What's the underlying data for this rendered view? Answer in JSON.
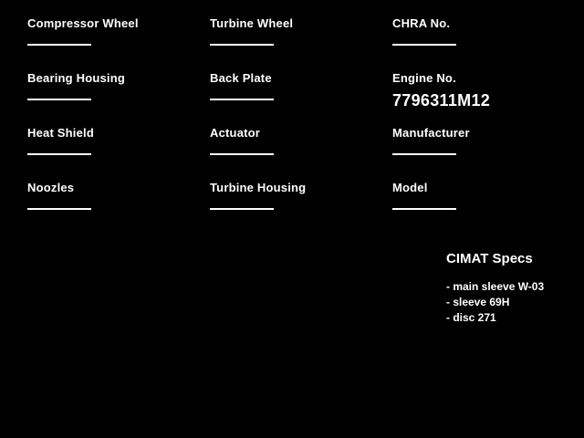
{
  "colors": {
    "background": "#000000",
    "text": "#ffffff",
    "line": "#ffffff"
  },
  "form": {
    "columns": [
      {
        "fields": [
          {
            "label": "Compressor Wheel",
            "value": ""
          },
          {
            "label": "Bearing Housing",
            "value": ""
          },
          {
            "label": "Heat Shield",
            "value": ""
          },
          {
            "label": "Noozles",
            "value": ""
          }
        ]
      },
      {
        "fields": [
          {
            "label": "Turbine Wheel",
            "value": ""
          },
          {
            "label": "Back Plate",
            "value": ""
          },
          {
            "label": "Actuator",
            "value": ""
          },
          {
            "label": "Turbine Housing",
            "value": ""
          }
        ]
      },
      {
        "fields": [
          {
            "label": "CHRA No.",
            "value": ""
          },
          {
            "label": "Engine No.",
            "value": "7796311M12"
          },
          {
            "label": "Manufacturer",
            "value": ""
          },
          {
            "label": "Model",
            "value": ""
          }
        ]
      }
    ]
  },
  "specs": {
    "title": "CIMAT Specs",
    "items": [
      "- main sleeve W-03",
      "- sleeve 69H",
      "- disc 271"
    ]
  }
}
